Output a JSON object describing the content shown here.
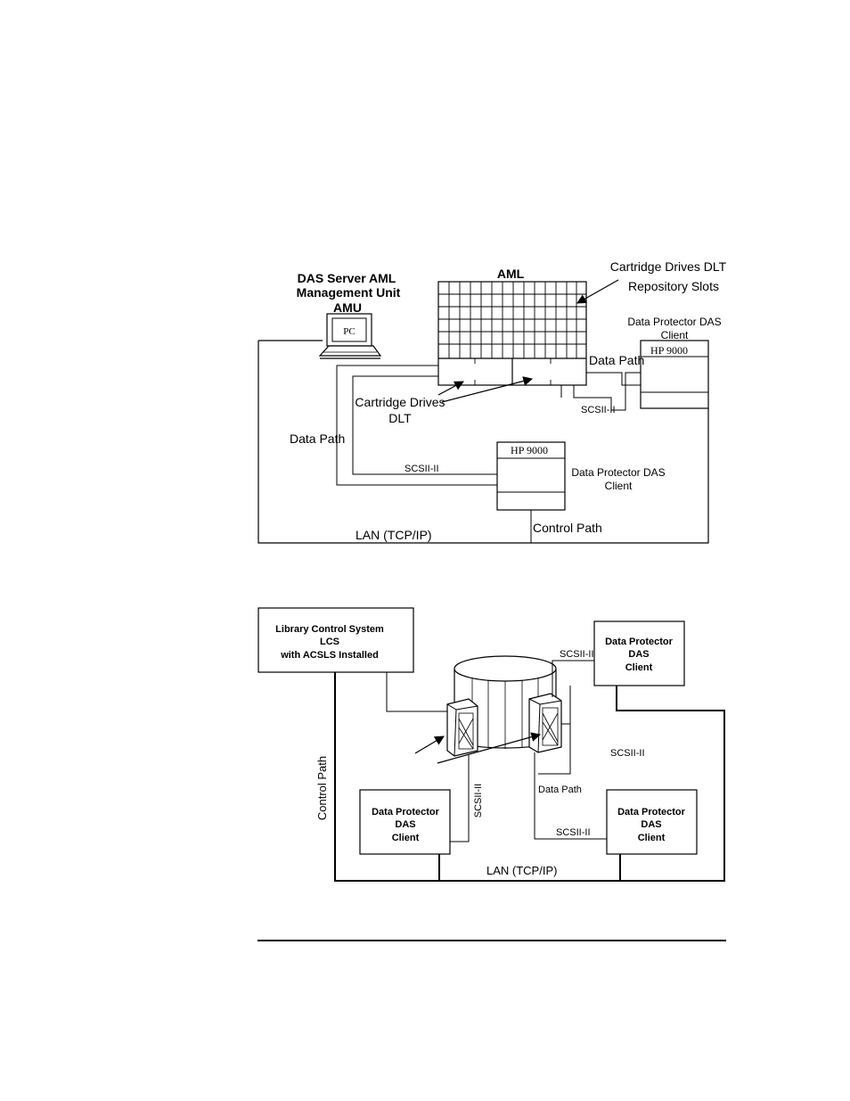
{
  "diagram1": {
    "amu_title": [
      "DAS Server AML",
      "Management Unit",
      "AMU"
    ],
    "pc_label": "PC",
    "aml_label": "AML",
    "repository_label": [
      "Cartridge Drives DLT",
      "Repository Slots"
    ],
    "client_right_label": [
      "Data Protector DAS",
      "Client"
    ],
    "client_right_host": "HP 9000",
    "data_path_right": "Data Path",
    "drives_label": [
      "Cartridge Drives",
      "DLT"
    ],
    "scsi_right": "SCSII-II",
    "data_path_left": "Data Path",
    "scsi_bottom": "SCSII-II",
    "client_bottom_host": "HP 9000",
    "client_bottom_label": [
      "Data Protector DAS",
      "Client"
    ],
    "control_path": "Control Path",
    "lan": "LAN (TCP/IP)"
  },
  "diagram2": {
    "lcs_label": [
      "Library Control System",
      "LCS",
      "with ACSLS Installed"
    ],
    "client_top_label": [
      "Data Protector",
      "DAS",
      "Client"
    ],
    "scsi_top": "SCSII-II",
    "scsi_mid": "SCSII-II",
    "control_path": "Control Path",
    "data_path": "Data Path",
    "scsi_vertical": "SCSII-II",
    "client_left_label": [
      "Data Protector",
      "DAS",
      "Client"
    ],
    "client_right_label": [
      "Data Protector",
      "DAS",
      "Client"
    ],
    "scsi_bottom": "SCSII-II",
    "lan": "LAN (TCP/IP)"
  }
}
